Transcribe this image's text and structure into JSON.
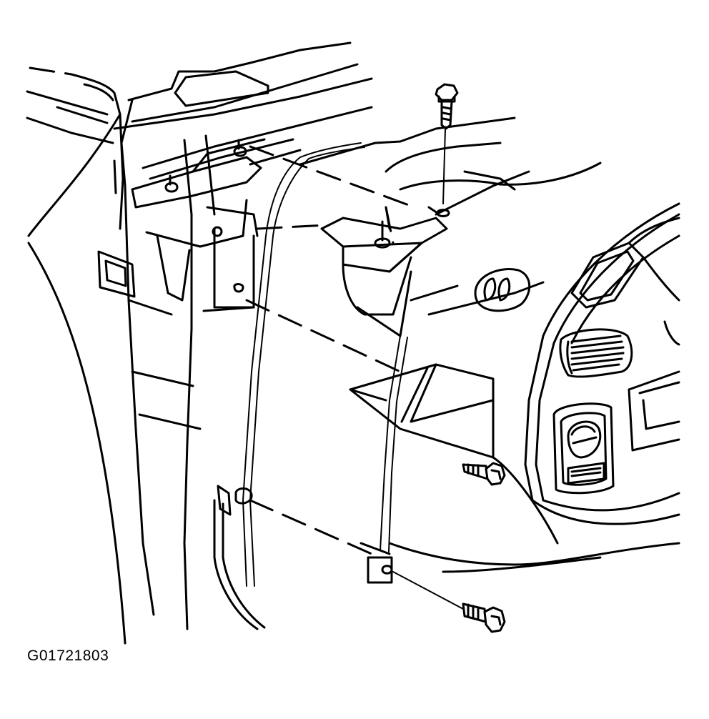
{
  "figure": {
    "id": "G01721803"
  },
  "colors": {
    "line": "#000000",
    "background": "#ffffff"
  },
  "parts": [
    "a-pillar-trim",
    "upper-mounting-bracket",
    "lower-mounting-bracket",
    "vertical-support-rod",
    "instrument-panel",
    "air-vent",
    "control-knob",
    "mounting-bolt"
  ]
}
